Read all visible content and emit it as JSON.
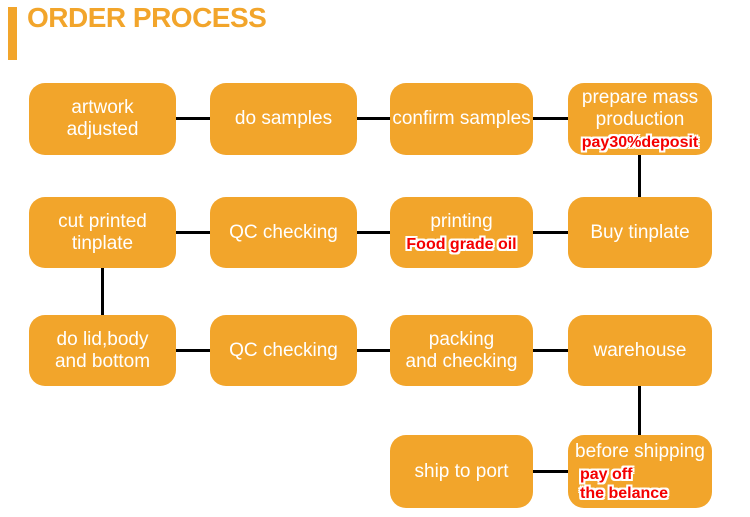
{
  "header": {
    "title_line1": "ORDER",
    "title_line2": "PROCESS"
  },
  "colors": {
    "accent_orange": "#F2A52B",
    "box_text_white": "#FFFFFF",
    "annotation_red": "#F40000",
    "connector_black": "#000000",
    "background": "#FFFFFF"
  },
  "steps": [
    {
      "id": "artwork-adjusted",
      "lines": [
        "artwork",
        "adjusted"
      ]
    },
    {
      "id": "do-samples",
      "lines": [
        "do samples"
      ]
    },
    {
      "id": "confirm-samples",
      "lines": [
        "confirm samples"
      ]
    },
    {
      "id": "prepare-mass-production",
      "lines": [
        "prepare mass",
        "production"
      ],
      "note": {
        "lines": [
          "pay30%deposit"
        ],
        "align": "center"
      }
    },
    {
      "id": "cut-printed-tinplate",
      "lines": [
        "cut printed",
        "tinplate"
      ]
    },
    {
      "id": "qc-checking-1",
      "lines": [
        "QC checking"
      ]
    },
    {
      "id": "printing",
      "lines": [
        "printing"
      ],
      "note": {
        "lines": [
          "Food grade oil"
        ],
        "align": "center"
      }
    },
    {
      "id": "buy-tinplate",
      "lines": [
        "Buy tinplate"
      ]
    },
    {
      "id": "do-lid-body-and-bottom",
      "lines": [
        "do lid,body",
        "and bottom"
      ]
    },
    {
      "id": "qc-checking-2",
      "lines": [
        "QC checking"
      ]
    },
    {
      "id": "packing-and-checking",
      "lines": [
        "packing",
        "and checking"
      ]
    },
    {
      "id": "warehouse",
      "lines": [
        "warehouse"
      ]
    },
    {
      "id": "ship-to-port",
      "lines": [
        "ship to port"
      ]
    },
    {
      "id": "before-shipping",
      "lines": [
        "before shipping"
      ],
      "note": {
        "lines": [
          "pay off",
          "the belance"
        ],
        "align": "left"
      }
    }
  ]
}
